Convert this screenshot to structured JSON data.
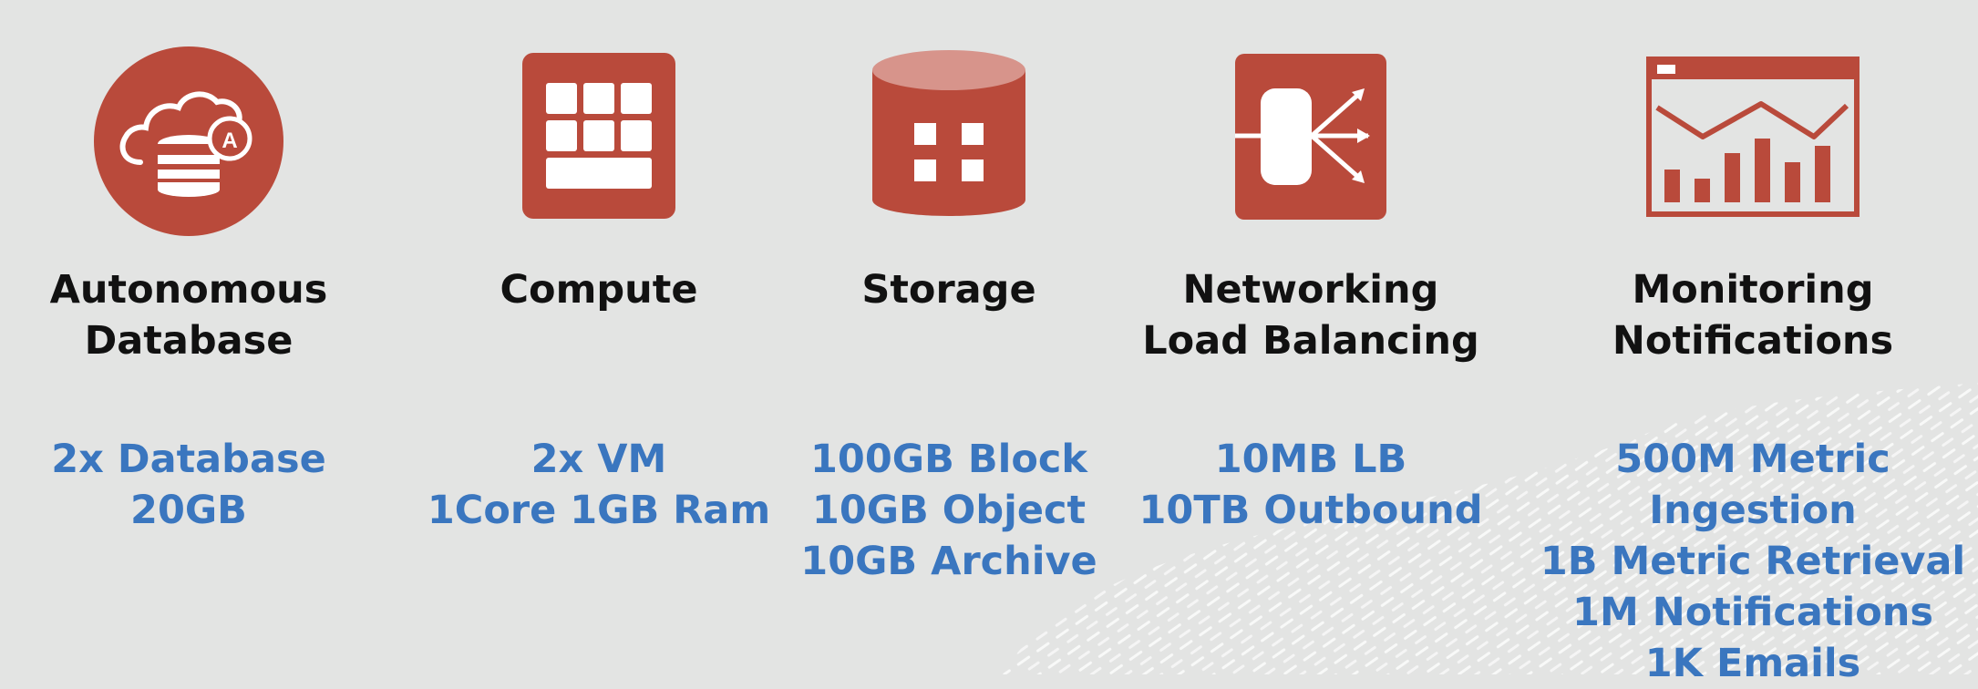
{
  "colors": {
    "background": "#e3e4e3",
    "icon_red": "#b94a3b",
    "title_text": "#111111",
    "spec_text": "#3a76bf"
  },
  "services": [
    {
      "icon": "cloud-database-icon",
      "title": [
        "Autonomous",
        "Database"
      ],
      "specs": [
        "2x Database",
        "20GB"
      ]
    },
    {
      "icon": "compute-grid-icon",
      "title": [
        "Compute"
      ],
      "specs": [
        "2x VM",
        "1Core 1GB Ram"
      ]
    },
    {
      "icon": "storage-cylinder-icon",
      "title": [
        "Storage"
      ],
      "specs": [
        "100GB Block",
        "10GB Object",
        "10GB Archive"
      ]
    },
    {
      "icon": "load-balancer-icon",
      "title": [
        "Networking",
        "Load Balancing"
      ],
      "specs": [
        "10MB LB",
        "10TB Outbound"
      ]
    },
    {
      "icon": "monitoring-chart-icon",
      "title": [
        "Monitoring",
        "Notifications"
      ],
      "specs": [
        "500M Metric Ingestion",
        "1B Metric Retrieval",
        "1M Notifications",
        "1K Emails"
      ]
    }
  ]
}
